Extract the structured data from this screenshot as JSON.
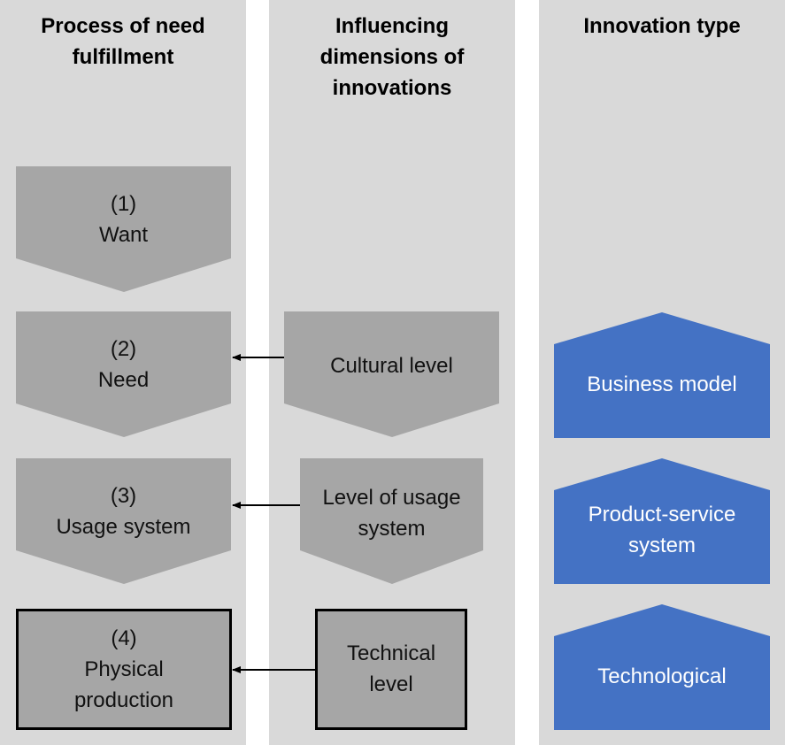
{
  "columns": {
    "process": {
      "title": [
        "Process of need",
        "fulfillment"
      ]
    },
    "influencing": {
      "title": [
        "Influencing",
        "dimensions of",
        "innovations"
      ]
    },
    "innovation": {
      "title": [
        "Innovation type"
      ]
    }
  },
  "process_steps": [
    {
      "number": "(1)",
      "label": [
        "Want"
      ]
    },
    {
      "number": "(2)",
      "label": [
        "Need"
      ]
    },
    {
      "number": "(3)",
      "label": [
        "Usage system"
      ]
    },
    {
      "number": "(4)",
      "label": [
        "Physical",
        "production"
      ]
    }
  ],
  "dimensions": [
    {
      "label": [
        "Cultural level"
      ]
    },
    {
      "label": [
        "Level of usage",
        "system"
      ]
    },
    {
      "label": [
        "Technical",
        "level"
      ]
    }
  ],
  "innovation_types": [
    {
      "label": [
        "Business model"
      ]
    },
    {
      "label": [
        "Product-service",
        "system"
      ]
    },
    {
      "label": [
        "Technological"
      ]
    }
  ],
  "colors": {
    "column_bg": "#d9d9d9",
    "gray_shape": "#a6a6a6",
    "blue_shape": "#4472c4",
    "outline": "#000000"
  }
}
